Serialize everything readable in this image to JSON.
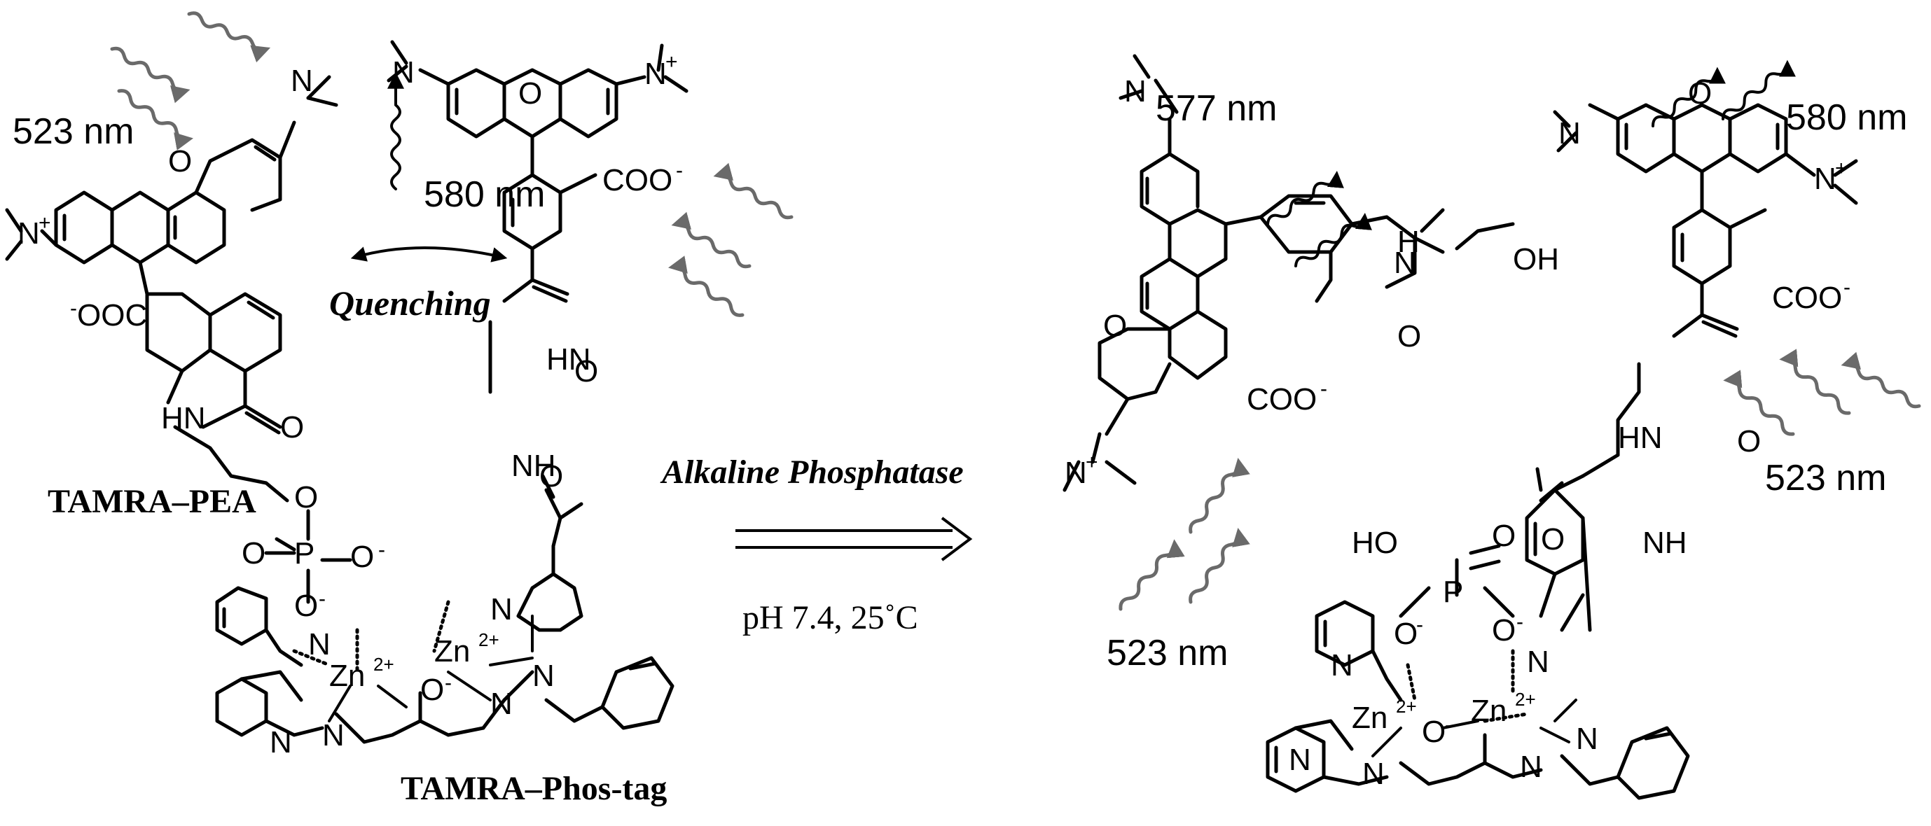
{
  "colors": {
    "absorbed_light": "#6a6a6a",
    "emitted_light": "#000000",
    "structure": "#000000"
  },
  "labels": {
    "wl_523_left": "523 nm",
    "wl_580_left": "580 nm",
    "wl_577": "577 nm",
    "wl_580_right": "580 nm",
    "wl_523_right_mid": "523 nm",
    "wl_523_right_bottom": "523 nm",
    "quenching": "Quenching",
    "tamra_pea": "TAMRA–PEA",
    "tamra_phostag": "TAMRA–Phos-tag",
    "enzyme": "Alkaline Phosphatase",
    "conditions": "pH 7.4, 25˚C"
  },
  "atoms": {
    "O": "O",
    "N": "N",
    "N_plus": "N",
    "plus": "+",
    "minus": "-",
    "P": "P",
    "HO": "HO",
    "OH": "OH",
    "HN": "HN",
    "NH": "NH",
    "H": "H",
    "COO": "COO",
    "OOC": "OOC",
    "Zn": "Zn",
    "zn_charge": "2+"
  }
}
